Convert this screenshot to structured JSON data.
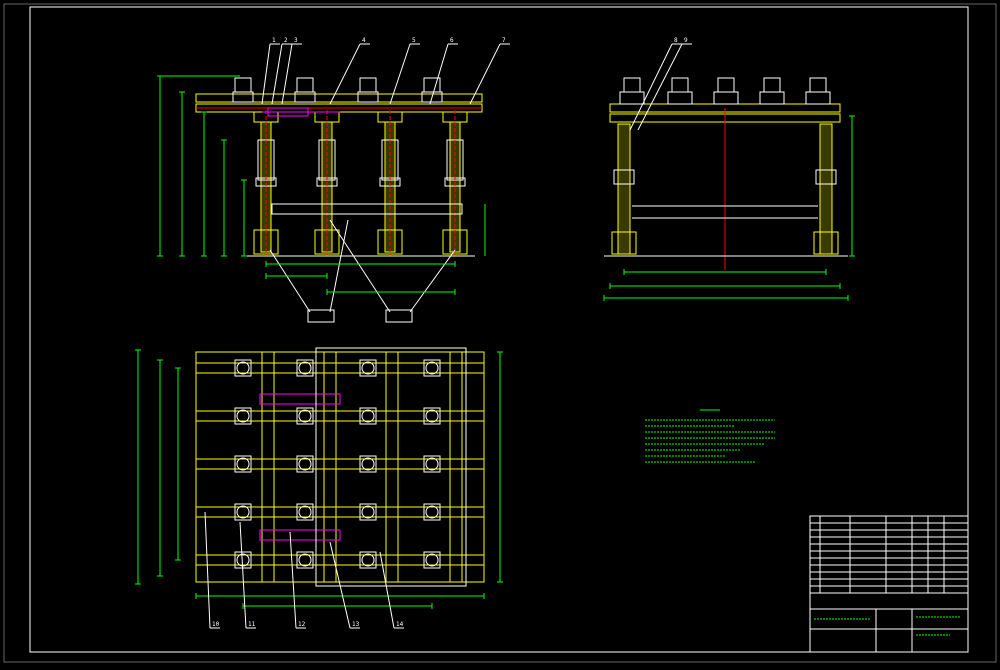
{
  "colors": {
    "background": "#000000",
    "border": "#ffffff",
    "structure": "#ffff00",
    "detail": "#ffffff",
    "dimension": "#00ff00",
    "centerline": "#ff0000",
    "actuator": "#ff00ff",
    "leader": "#ffffff",
    "column_fill": "#3a3a00"
  },
  "front_view": {
    "part_callouts": [
      "1",
      "2",
      "3",
      "4",
      "5",
      "6",
      "7"
    ]
  },
  "side_view": {
    "part_callouts": [
      "8",
      "9"
    ]
  },
  "plan_view": {
    "part_callouts": [
      "10",
      "11",
      "12",
      "13",
      "14"
    ]
  },
  "tech_requirements": {
    "line_count": 8
  },
  "title_block": {
    "parts_rows": 11
  }
}
